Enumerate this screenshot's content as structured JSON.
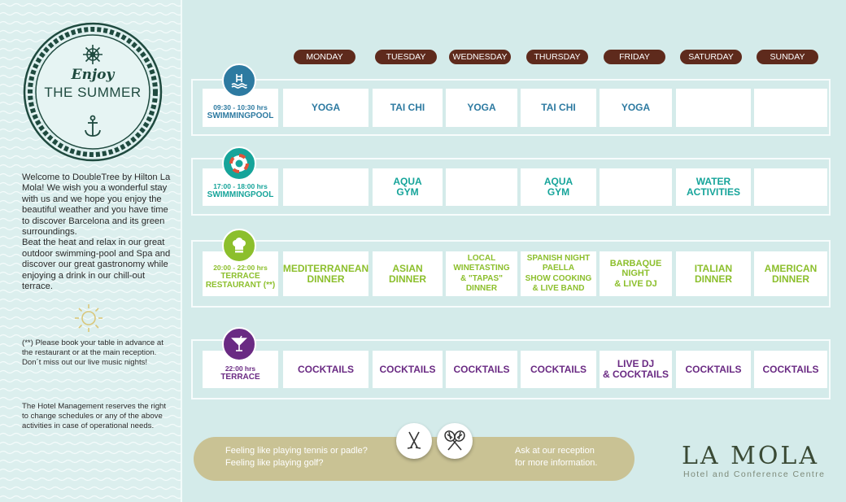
{
  "badge": {
    "enjoy": "Enjoy",
    "summer": "THE SUMMER"
  },
  "intro": {
    "welcome": "Welcome to DoubleTree by Hilton La Mola! We wish you a wonderful stay with us and we hope you enjoy the beautiful weather and you have time to discover Barcelona and its green surroundings.",
    "relax": "Beat the heat and relax in our great outdoor swimming-pool and Spa and discover our great gastronomy while enjoying a drink in our chill-out terrace.",
    "booking_note": "(**) Please book your table in advance at the restaurant or at the main reception. Don´t miss out our live music nights!",
    "management_note": "The Hotel Management reserves the right to change schedules or any of the above activities in case of operational needs."
  },
  "days": [
    "MONDAY",
    "TUESDAY",
    "WEDNESDAY",
    "THURSDAY",
    "FRIDAY",
    "SATURDAY",
    "SUNDAY"
  ],
  "rows": [
    {
      "time": "09:30 - 10:30 hrs",
      "place": "SWIMMINGPOOL",
      "icon": "swimming-pool-icon",
      "color": "#2d7aa1",
      "cells": [
        [
          "YOGA"
        ],
        [
          "TAI CHI"
        ],
        [
          "YOGA"
        ],
        [
          "TAI CHI"
        ],
        [
          "YOGA"
        ],
        [],
        []
      ]
    },
    {
      "time": "17:00 - 18:00 hrs",
      "place": "SWIMMINGPOOL",
      "icon": "lifebuoy-icon",
      "color": "#16a49a",
      "cells": [
        [],
        [
          "AQUA",
          "GYM"
        ],
        [],
        [
          "AQUA",
          "GYM"
        ],
        [],
        [
          "WATER",
          "ACTIVITIES"
        ],
        []
      ]
    },
    {
      "time": "20:00 - 22:00  hrs",
      "place": "TERRACE",
      "place2": "RESTAURANT (**)",
      "icon": "chef-hat-icon",
      "color": "#8cbf2c",
      "cells": [
        [
          "MEDITERRANEAN",
          "DINNER"
        ],
        [
          "ASIAN",
          "DINNER"
        ],
        [
          "LOCAL",
          "WINETASTING",
          "& \"TAPAS\"",
          "DINNER"
        ],
        [
          "SPANISH NIGHT",
          "PAELLA",
          "SHOW COOKING",
          "& LIVE BAND"
        ],
        [
          "BARBAQUE",
          "NIGHT",
          "& LIVE DJ"
        ],
        [
          "ITALIAN",
          "DINNER"
        ],
        [
          "AMERICAN",
          "DINNER"
        ]
      ]
    },
    {
      "time": "22:00 hrs",
      "place": "TERRACE",
      "icon": "cocktail-icon",
      "color": "#6a2a83",
      "cells": [
        [
          "COCKTAILS"
        ],
        [
          "COCKTAILS"
        ],
        [
          "COCKTAILS"
        ],
        [
          "COCKTAILS"
        ],
        [
          "LIVE DJ",
          "& COCKTAILS"
        ],
        [
          "COCKTAILS"
        ],
        [
          "COCKTAILS"
        ]
      ]
    }
  ],
  "footer": {
    "sports_line1": "Feeling like playing tennis or padle?",
    "sports_line2": "Feeling like playing golf?",
    "info_line1": "Ask at our reception",
    "info_line2": "for more information.",
    "golf_icon": "golf-clubs-icon",
    "tennis_icon": "tennis-rackets-icon"
  },
  "brand": {
    "name": "LA MOLA",
    "subtitle": "Hotel and Conference Centre"
  }
}
